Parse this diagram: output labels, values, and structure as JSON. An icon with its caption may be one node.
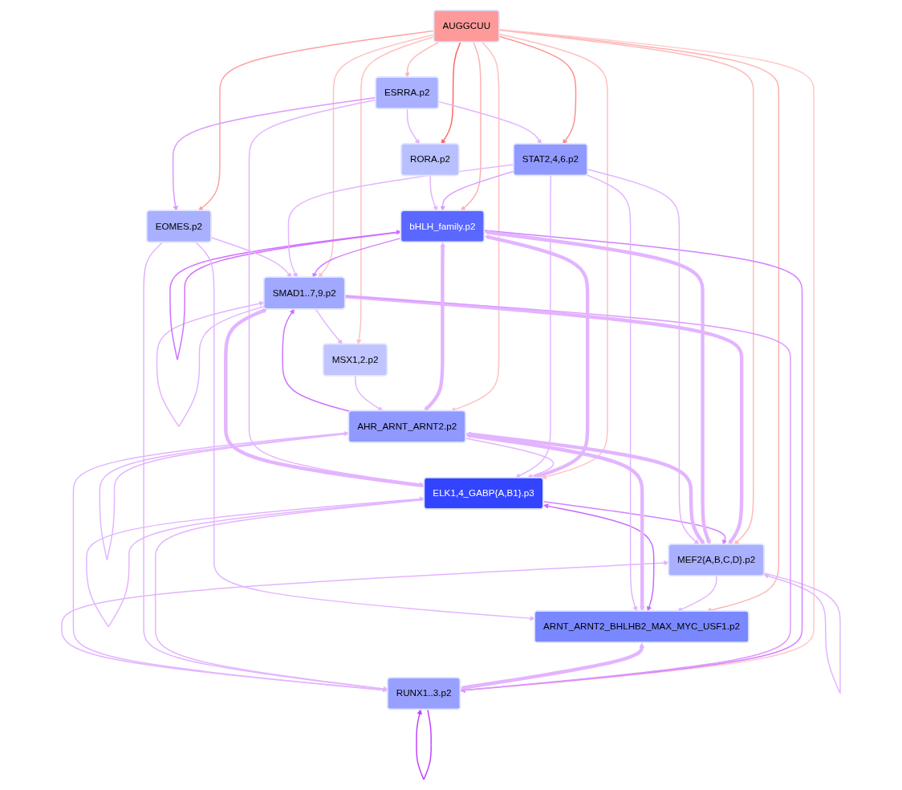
{
  "diagram": {
    "nodes": [
      {
        "text": [
          "SMAD1..7,9.p2"
        ]
      },
      {
        "text": [
          "ARNT_ARNT2_BHLHB2_MAX_MYC_USF1.p2"
        ]
      },
      {
        "text": [
          "MEF2{A,B,C,D}.p2"
        ]
      },
      {
        "text": [
          "RUNX1..3.p2"
        ]
      },
      {
        "text": [
          "bHLH_family.p2"
        ]
      },
      {
        "text": [
          "ELK1,4_GABP{A,B1}.p3"
        ]
      },
      {
        "text": [
          "AUGGCUU"
        ]
      },
      {
        "text": [
          "AHR_ARNT_ARNT2.p2"
        ]
      },
      {
        "text": [
          "RORA.p2"
        ]
      },
      {
        "text": [
          "MSX1,2.p2"
        ]
      },
      {
        "text": [
          "EOMES.p2"
        ]
      },
      {
        "text": [
          "STAT2,4,6.p2"
        ]
      },
      {
        "text": [
          "ESRRA.p2"
        ]
      }
    ],
    "edges": [
      {
        "from": 6,
        "to": 0,
        "arrow": "to",
        "color": "#ffc0c0"
      },
      {
        "from": 6,
        "to": 1,
        "arrow": "to",
        "color": "#ffb0b0"
      },
      {
        "from": 6,
        "to": 2,
        "arrow": "to",
        "color": "#ffb8b8"
      },
      {
        "from": 6,
        "to": 3,
        "arrow": "to",
        "color": "#ffc8c8"
      },
      {
        "from": 6,
        "to": 4,
        "arrow": "to",
        "color": "#ffb0b0"
      },
      {
        "from": 6,
        "to": 5,
        "arrow": "to",
        "color": "#ffc0c0"
      },
      {
        "from": 6,
        "to": 7,
        "arrow": "to",
        "color": "#ffc0c0"
      },
      {
        "from": 6,
        "to": 8,
        "arrow": "to",
        "color": "#ff6666"
      },
      {
        "from": 6,
        "to": 9,
        "arrow": "to",
        "color": "#ffc0c0"
      },
      {
        "from": 6,
        "to": 10,
        "arrow": "to",
        "color": "#ffa0a0"
      },
      {
        "from": 6,
        "to": 11,
        "arrow": "to",
        "color": "#ff8c8c"
      },
      {
        "from": 6,
        "to": 12,
        "arrow": "to",
        "color": "#ffb8b8"
      },
      {
        "from": 0,
        "to": 0,
        "arrow": "to"
      },
      {
        "from": 2,
        "to": 2,
        "arrow": "to"
      },
      {
        "from": 3,
        "to": 3,
        "arrow": "to",
        "color": "#c040ff"
      },
      {
        "from": 4,
        "to": 4,
        "arrow": "to",
        "color": "#d070ff"
      },
      {
        "from": 5,
        "to": 5,
        "arrow": "to"
      },
      {
        "from": 7,
        "to": 7,
        "arrow": "to"
      },
      {
        "from": 0,
        "to": 2,
        "arrow": "to",
        "style": "thick"
      },
      {
        "from": 2,
        "to": 1,
        "arrow": "to"
      },
      {
        "from": 3,
        "to": 2,
        "arrow": "to"
      },
      {
        "from": 5,
        "to": 2,
        "arrow": "to",
        "color": "#d480ff"
      },
      {
        "from": 4,
        "to": 3,
        "arrow": "to",
        "color": "#d480ff"
      },
      {
        "from": 0,
        "to": 3,
        "arrow": "to",
        "color": "#dc98ff"
      },
      {
        "from": 5,
        "to": 0,
        "arrow": "to",
        "style": "thick"
      },
      {
        "from": 5,
        "to": 1,
        "arrow": "both",
        "color": "#c868ff"
      },
      {
        "from": 1,
        "to": 3,
        "arrow": "both",
        "style": "thick"
      },
      {
        "from": 5,
        "to": 3,
        "arrow": "to"
      },
      {
        "from": 10,
        "to": 3,
        "arrow": "to"
      },
      {
        "from": 4,
        "to": 5,
        "arrow": "both",
        "style": "thick"
      },
      {
        "from": 4,
        "to": 2,
        "arrow": "both",
        "style": "thick"
      },
      {
        "from": 4,
        "to": 0,
        "arrow": "to",
        "color": "#d480ff"
      },
      {
        "from": 7,
        "to": 0,
        "arrow": "to",
        "color": "#cc70ff"
      },
      {
        "from": 7,
        "to": 2,
        "arrow": "both",
        "style": "thick"
      },
      {
        "from": 7,
        "to": 1,
        "arrow": "both",
        "style": "thick"
      },
      {
        "from": 7,
        "to": 3,
        "arrow": "to"
      },
      {
        "from": 7,
        "to": 5,
        "arrow": "to"
      },
      {
        "from": 4,
        "to": 7,
        "arrow": "both",
        "style": "thick"
      },
      {
        "from": 11,
        "to": 4,
        "arrow": "to",
        "color": "#dc98ff"
      },
      {
        "from": 9,
        "to": 7,
        "arrow": "to"
      },
      {
        "from": 11,
        "to": 2,
        "arrow": "to"
      },
      {
        "from": 0,
        "to": 9,
        "arrow": "to"
      },
      {
        "from": 11,
        "to": 0,
        "arrow": "to"
      },
      {
        "from": 11,
        "to": 5,
        "arrow": "to"
      },
      {
        "from": 11,
        "to": 1,
        "arrow": "to"
      },
      {
        "from": 10,
        "to": 0,
        "arrow": "to"
      },
      {
        "from": 10,
        "to": 1,
        "arrow": "to"
      },
      {
        "from": 12,
        "to": 5,
        "arrow": "to"
      },
      {
        "from": 12,
        "to": 8,
        "arrow": "to"
      },
      {
        "from": 12,
        "to": 10,
        "arrow": "to",
        "color": "#dc98ff"
      },
      {
        "from": 12,
        "to": 11,
        "arrow": "to"
      },
      {
        "from": 8,
        "to": 4,
        "arrow": "to"
      }
    ]
  }
}
